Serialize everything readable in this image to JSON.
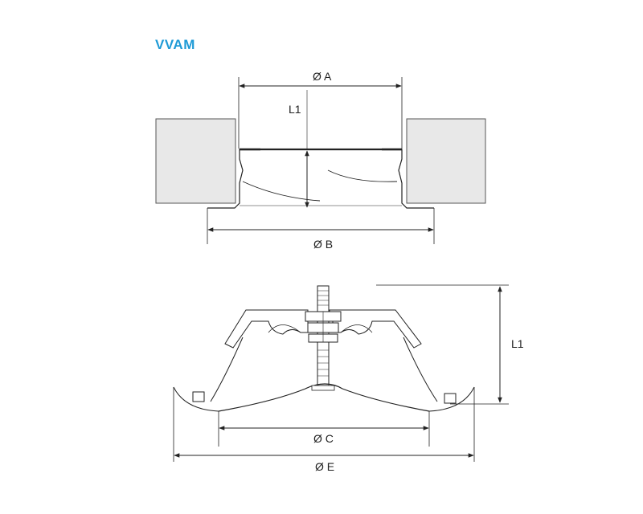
{
  "title": "VVAM",
  "colors": {
    "title": "#1e9ad6",
    "wall_fill": "#e8e8e8",
    "line": "#222222"
  },
  "top_view": {
    "labels": {
      "diameter_a": "Ø A",
      "length_l1": "L1",
      "diameter_b": "Ø B"
    }
  },
  "bottom_view": {
    "labels": {
      "length_l1": "L1",
      "diameter_c": "Ø C",
      "diameter_e": "Ø E"
    }
  }
}
